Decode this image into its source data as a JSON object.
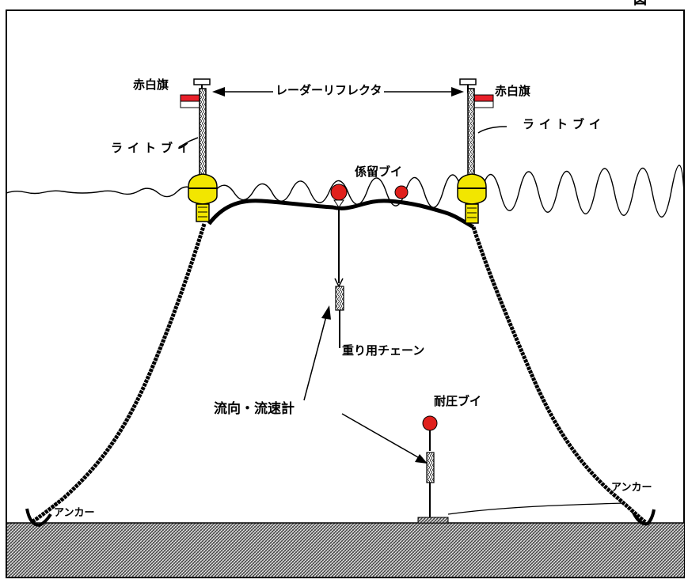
{
  "corner_mark": "図",
  "labels": {
    "flag_left": "赤白旗",
    "flag_right": "赤白旗",
    "radar_reflector": "レーダーリフレクタ",
    "light_buoy_left": "ライトブイ",
    "light_buoy_right": "ライトブイ",
    "mooring_buoy": "係留ブイ",
    "weight_chain": "重り用チェーン",
    "current_meter": "流向・流速計",
    "pressure_buoy": "耐圧ブイ",
    "anchor_left": "アンカー",
    "anchor_right": "アンカー"
  },
  "colors": {
    "flag_red": "#e8202a",
    "buoy_yellow": "#f2e600",
    "float_red": "#e0201c",
    "line": "#000000",
    "seabed": "#555555"
  }
}
